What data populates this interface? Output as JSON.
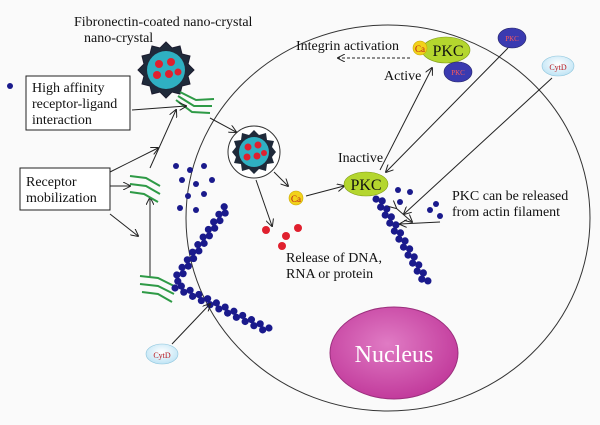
{
  "title": "Fibronectin-coated nano-crystal",
  "title_line2": "nano-crystal",
  "labels": {
    "high_affinity_line1": "High affinity",
    "high_affinity_line2": "receptor-ligand",
    "high_affinity_line3": "interaction",
    "receptor_line1": "Receptor",
    "receptor_line2": "mobilization",
    "integrin_activation": "Integrin activation",
    "active": "Active",
    "inactive": "Inactive",
    "pkc_release_line1": "PKC can be released",
    "pkc_release_line2": "from actin filament",
    "release_line1": "Release of DNA,",
    "release_line2": "RNA or protein",
    "nucleus": "Nucleus"
  },
  "molecules": {
    "pkc": "PKC",
    "ca": "Ca",
    "cytd": "CytD",
    "pkc_small": "PKC"
  },
  "colors": {
    "nucleus": "#d24aa8",
    "pkc": "#b4d62e",
    "ca": "#f2d21a",
    "cytd": "#cfeaf7",
    "dots": "#1a1a8c",
    "crystal_core": "#29aebf",
    "cargo": "#e0202e",
    "receptor": "#2e9a46"
  }
}
